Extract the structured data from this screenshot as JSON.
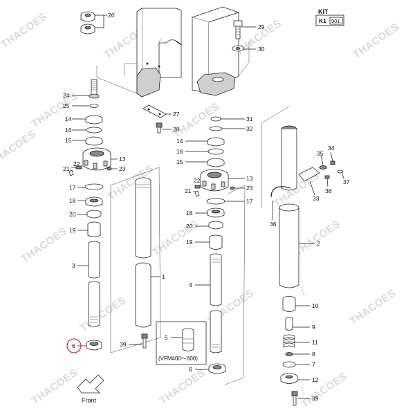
{
  "kit": {
    "header": "KIT",
    "code": "K1",
    "number": "901"
  },
  "variant_note": "(VFM400～600)",
  "front_label": "Front",
  "watermark_text": "THACOES",
  "callouts": {
    "n1": "1",
    "n2": "2",
    "n3": "3",
    "n4": "4",
    "n5": "5",
    "n6a": "6",
    "n6b": "6",
    "n7": "7",
    "n8": "8",
    "n9": "9",
    "n10": "10",
    "n11": "11",
    "n12": "12",
    "n13a": "13",
    "n13b": "13",
    "n14a": "14",
    "n14b": "14",
    "n15a": "15",
    "n15b": "15",
    "n16a": "16",
    "n16b": "16",
    "n17a": "17",
    "n17b": "17",
    "n18a": "18",
    "n18b": "18",
    "n19a": "19",
    "n19b": "19",
    "n20a": "20",
    "n20b": "20",
    "n21a": "21",
    "n21b": "21",
    "n22a": "22",
    "n22b": "22",
    "n23a": "23",
    "n23b": "23",
    "n24": "24",
    "n25": "25",
    "n26": "26",
    "n27": "27",
    "n28": "28",
    "n29": "29",
    "n30": "30",
    "n31": "31",
    "n32": "32",
    "n33": "33",
    "n34": "34",
    "n35": "35",
    "n36": "36",
    "n37": "37",
    "n38": "38",
    "n39a": "39",
    "n39b": "39"
  },
  "colors": {
    "highlight": "#e03030",
    "watermark": "#d9d9d9",
    "ink": "#111111"
  }
}
